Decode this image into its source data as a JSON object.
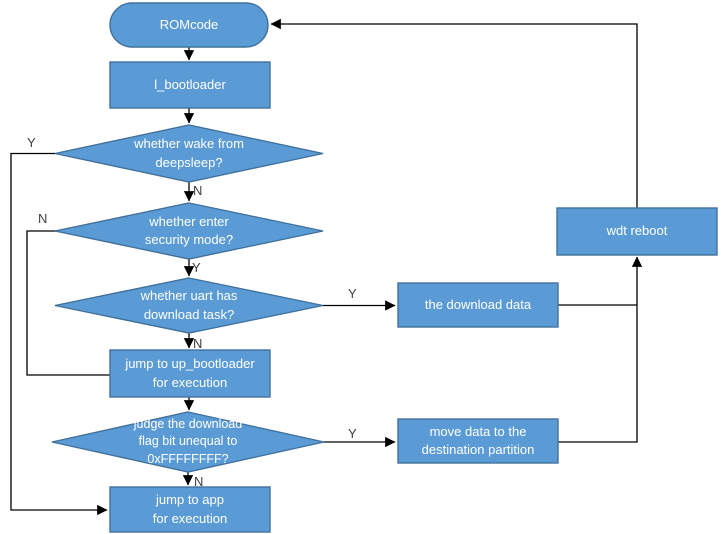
{
  "colors": {
    "shape_fill": "#5b9bd5",
    "shape_stroke": "#41719c",
    "connector": "#000000",
    "node_text": "#ffffff",
    "branch_label_text": "#3f3f3f",
    "background": "#ffffff"
  },
  "nodes": {
    "romcode": {
      "label": "ROMcode",
      "type": "terminator"
    },
    "l_bootloader": {
      "label": "l_bootloader",
      "type": "process"
    },
    "wake_deepsleep": {
      "label": "whether wake from\ndeepsleep?",
      "type": "decision"
    },
    "security_mode": {
      "label": "whether enter\nsecurity mode?",
      "type": "decision"
    },
    "uart_download": {
      "label": "whether uart has\ndownload task?",
      "type": "decision"
    },
    "jump_up_bootloader": {
      "label": "jump to up_bootloader\nfor execution",
      "type": "process"
    },
    "download_flag": {
      "label": "judge the download\nflag bit unequal to\n0xFFFFFFFF?",
      "type": "decision"
    },
    "jump_app": {
      "label": "jump to app\nfor execution",
      "type": "process"
    },
    "download_data": {
      "label": "the download data",
      "type": "process"
    },
    "move_data": {
      "label": "move data to the\ndestination partition",
      "type": "process"
    },
    "wdt_reboot": {
      "label": "wdt reboot",
      "type": "process"
    }
  },
  "branch_labels": {
    "wake_yes": "Y",
    "wake_no": "N",
    "security_no": "N",
    "security_yes": "Y",
    "uart_yes": "Y",
    "uart_no": "N",
    "flag_yes": "Y",
    "flag_no": "N"
  }
}
